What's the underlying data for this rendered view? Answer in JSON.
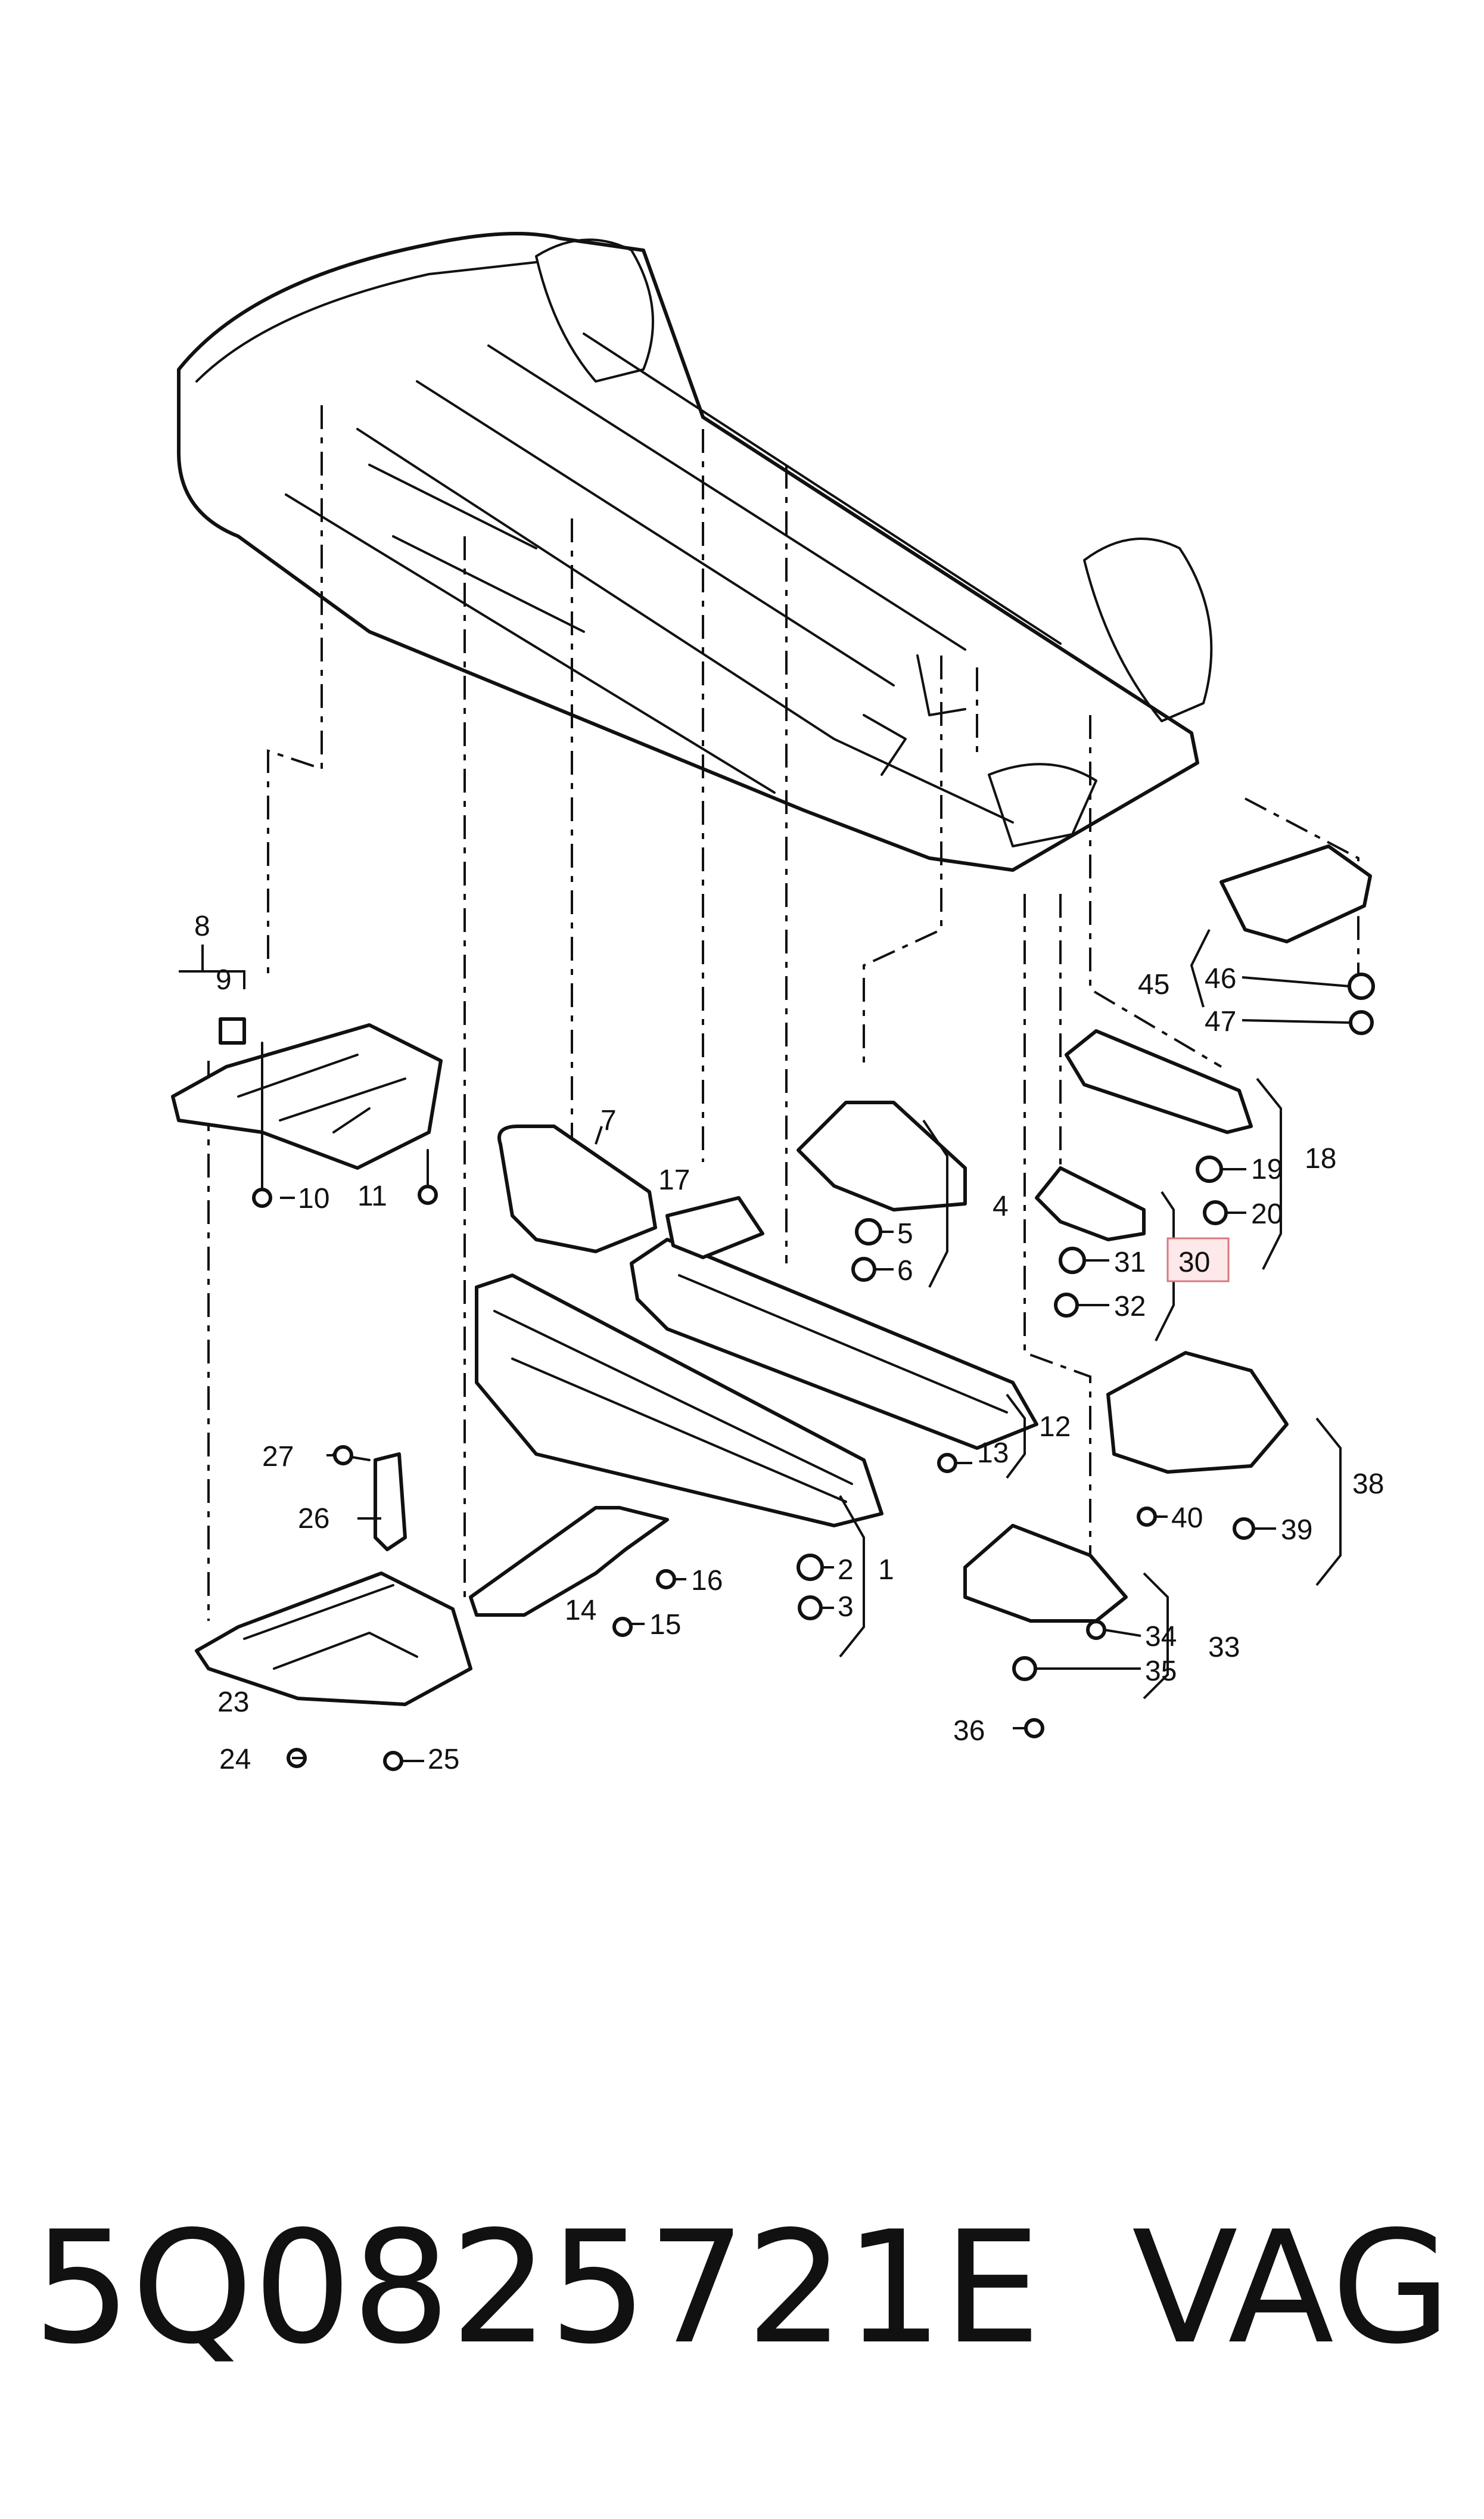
{
  "callouts": {
    "c1": "1",
    "c2": "2",
    "c3": "3",
    "c4": "4",
    "c5": "5",
    "c6": "6",
    "c7": "7",
    "c8": "8",
    "c9": "9",
    "c10": "10",
    "c11": "11",
    "c12": "12",
    "c13": "13",
    "c14": "14",
    "c15": "15",
    "c16": "16",
    "c17": "17",
    "c18": "18",
    "c19": "19",
    "c20": "20",
    "c23": "23",
    "c24": "24",
    "c25": "25",
    "c26": "26",
    "c27": "27",
    "c30": "30",
    "c31": "31",
    "c32": "32",
    "c33": "33",
    "c34": "34",
    "c35": "35",
    "c36": "36",
    "c38": "38",
    "c39": "39",
    "c40": "40",
    "c45": "45",
    "c46": "46",
    "c47": "47"
  },
  "highlighted_callout": "30",
  "highlight_color": "#fde9ea",
  "footer": {
    "part_number": "5Q0825721E",
    "brand": "VAG"
  }
}
